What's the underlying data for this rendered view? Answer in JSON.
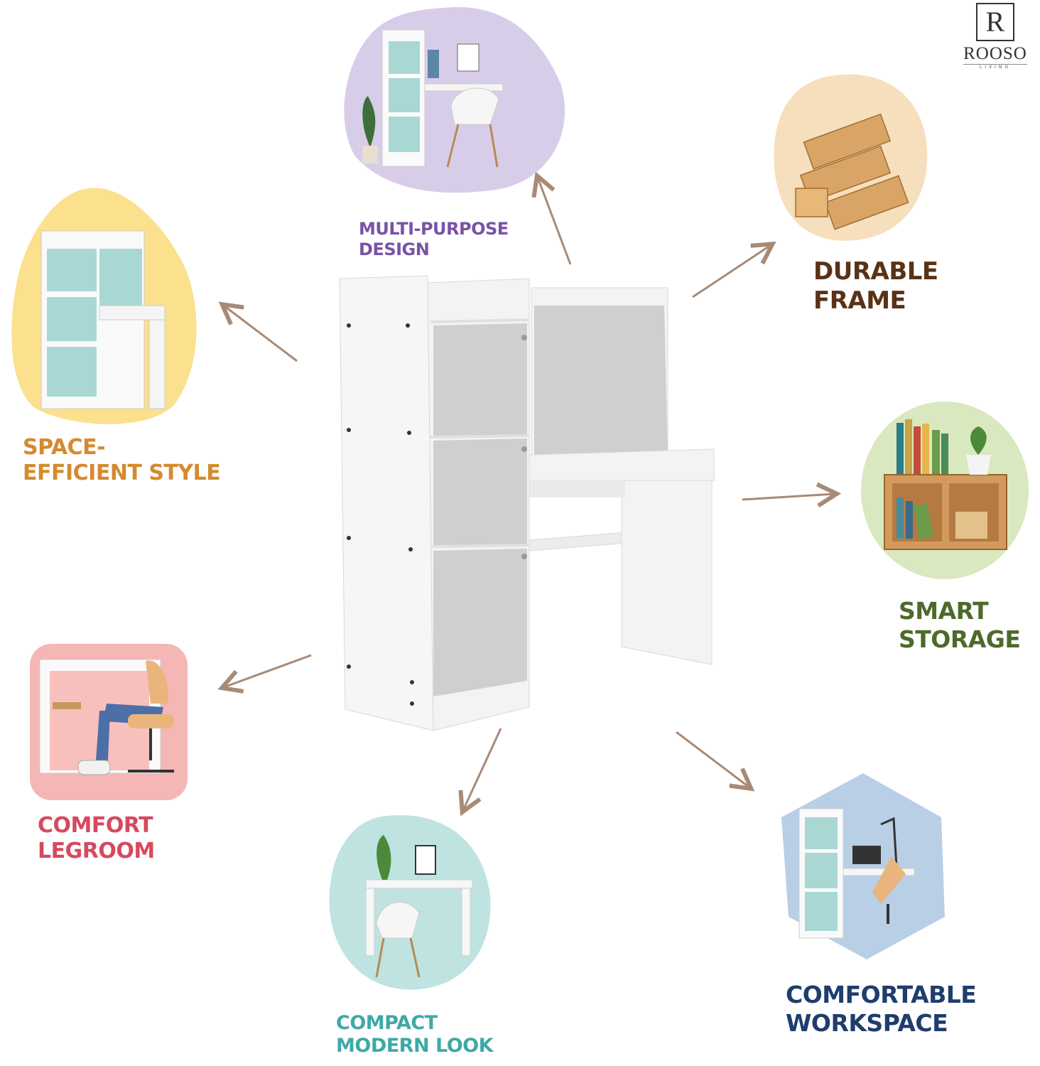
{
  "brand": {
    "mark": "R",
    "name": "ROOSO",
    "sub": "LIVING"
  },
  "features": [
    {
      "id": "multi-purpose",
      "lines": [
        "MULTI-PURPOSE",
        "DESIGN"
      ],
      "color": "#7a52a8",
      "bg": "#d8cde9"
    },
    {
      "id": "durable-frame",
      "lines": [
        "DURABLE",
        "FRAME"
      ],
      "color": "#5a3216",
      "bg": "#f6dfbd"
    },
    {
      "id": "space-efficient",
      "lines": [
        "SPACE-",
        "EFFICIENT STYLE"
      ],
      "color": "#d58a2e",
      "bg": "#fbe08e"
    },
    {
      "id": "smart-storage",
      "lines": [
        "SMART",
        "STORAGE"
      ],
      "color": "#4e6a2a",
      "bg": "#d9e8bf"
    },
    {
      "id": "comfort-legroom",
      "lines": [
        "COMFORT",
        "LEGROOM"
      ],
      "color": "#d64a5e",
      "bg": "#f4b7b5"
    },
    {
      "id": "compact-modern",
      "lines": [
        "COMPACT",
        "MODERN LOOK"
      ],
      "color": "#3ea9a7",
      "bg": "#bfe3e0"
    },
    {
      "id": "comfortable-workspace",
      "lines": [
        "COMFORTABLE",
        "WORKSPACE"
      ],
      "color": "#1f3d6d",
      "bg": "#b8cfe6"
    }
  ],
  "colors": {
    "arrow": "#a88a75",
    "desk_white": "#f3f3f3",
    "desk_panel": "#cfcfcf",
    "desk_edge": "#d8d8d8"
  }
}
